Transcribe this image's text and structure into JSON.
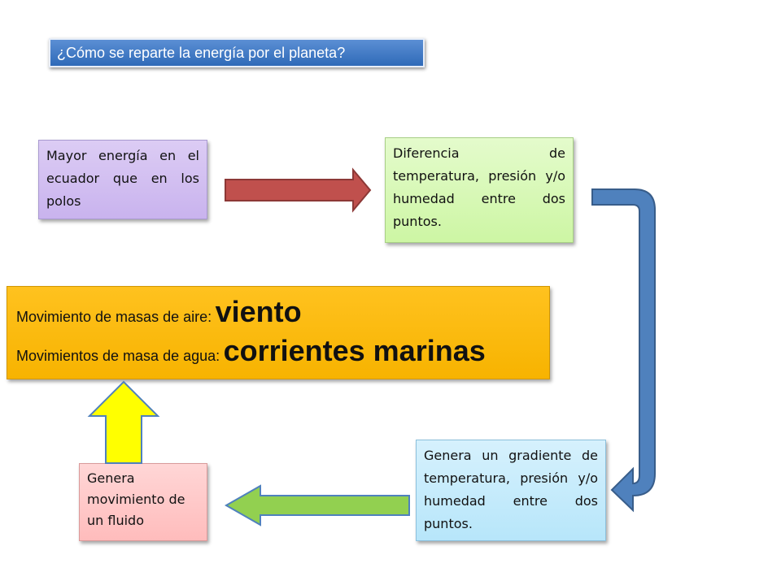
{
  "title": "¿Cómo se reparte la energía por el planeta?",
  "boxes": {
    "ecuador": "Mayor energía en el ecuador que en los polos",
    "diferencia": "Diferencia de temperatura, presión y/o humedad entre dos puntos.",
    "gradiente": "Genera un gradiente de temperatura, presión y/o humedad entre dos puntos.",
    "fluido": "Genera movimiento de un fluido",
    "movimiento": {
      "aire_label": "Movimiento de masas de aire:",
      "aire_value": "viento",
      "agua_label": "Movimientos de masa de agua:",
      "agua_value": "corrientes marinas"
    }
  },
  "colors": {
    "arrow_red": "#c0504d",
    "arrow_blue": "#4f81bd",
    "arrow_green": "#92d050",
    "arrow_yellow": "#ffff00",
    "highlight_box": "#ffc000"
  }
}
